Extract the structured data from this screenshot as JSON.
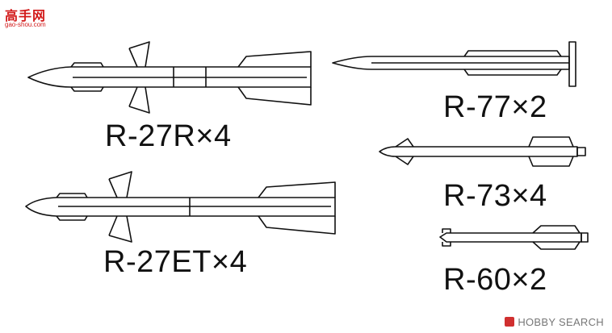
{
  "logo": {
    "cn_text": "高手网",
    "url_text": "gao-shou.com"
  },
  "labels": {
    "r27r": "R-27R×4",
    "r27et": "R-27ET×4",
    "r77": "R-77×2",
    "r73": "R-73×4",
    "r60": "R-60×2"
  },
  "watermark": "HOBBY SEARCH",
  "colors": {
    "line": "#111111",
    "logo": "#d21a1a",
    "watermark": "#777777"
  }
}
